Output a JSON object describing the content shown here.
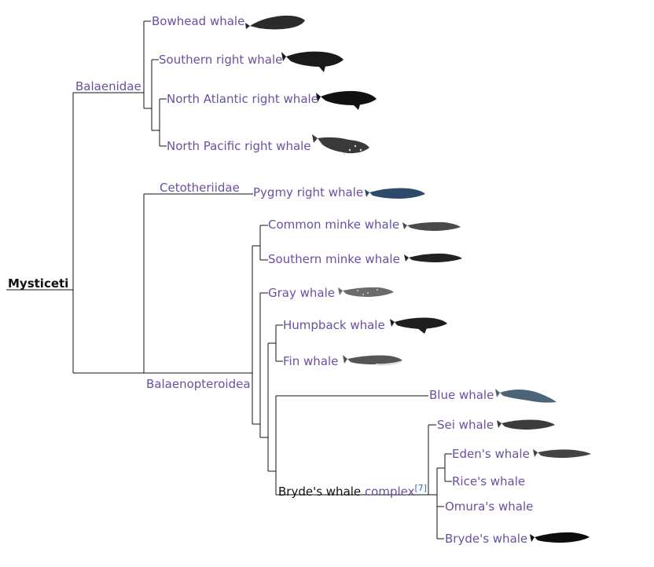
{
  "root": "Mysticeti",
  "clades": {
    "balaenidae": "Balaenidae",
    "cetotheriidae": "Cetotheriidae",
    "balaenopteroidea": "Balaenopteroidea"
  },
  "bryde_complex": {
    "prefix": "Bryde's whale",
    "link": "complex",
    "ref": "[7]"
  },
  "taxa": {
    "bowhead": "Bowhead whale",
    "southern_right": "Southern right whale",
    "north_atlantic_right": "North Atlantic right whale",
    "north_pacific_right": "North Pacific right whale",
    "pygmy_right": "Pygmy right whale",
    "common_minke": "Common minke whale",
    "southern_minke": "Southern minke whale",
    "gray": "Gray whale",
    "humpback": "Humpback whale",
    "fin": "Fin whale",
    "blue": "Blue whale",
    "sei": "Sei whale",
    "edens": "Eden's whale",
    "rices": "Rice's whale",
    "omuras": "Omura's whale",
    "brydes": "Bryde's whale"
  },
  "colors": {
    "link": "#6b4fa0",
    "lines": "#111111",
    "ref": "#3366cc"
  }
}
